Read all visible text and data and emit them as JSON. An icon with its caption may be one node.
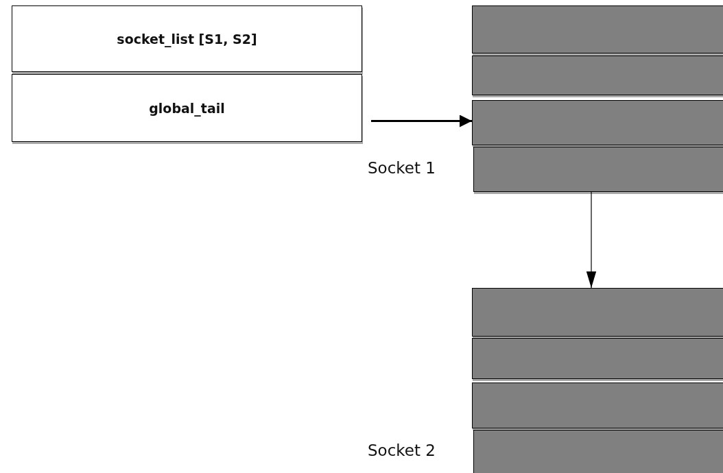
{
  "diagram": {
    "nodes": [
      {
        "text": [
          "socket_list [S1, S2]"
        ]
      },
      {
        "text": [
          "global_tail"
        ]
      },
      {
        "text": [],
        "shape": "bar"
      },
      {
        "text": [],
        "shape": "bar"
      },
      {
        "text": [],
        "shape": "bar"
      },
      {
        "text": [],
        "shape": "bar"
      },
      {
        "text": [],
        "shape": "bar"
      },
      {
        "text": [],
        "shape": "bar"
      },
      {
        "text": [],
        "shape": "bar"
      },
      {
        "text": [],
        "shape": "bar"
      }
    ],
    "edges": [
      {
        "from": 1,
        "to": 4,
        "arrow": "to",
        "style": "thick"
      },
      {
        "from": 5,
        "to": 6,
        "arrow": "to"
      }
    ],
    "labels": [
      "Socket 1",
      "Socket 2"
    ]
  }
}
